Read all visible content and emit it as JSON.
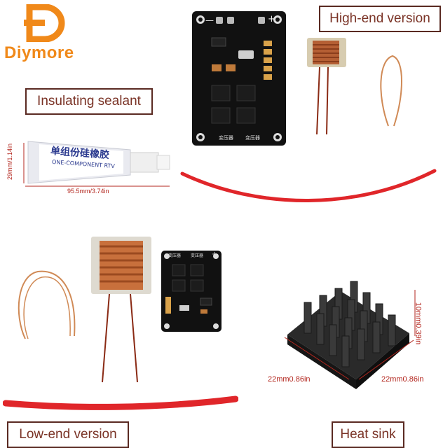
{
  "brand": {
    "name": "Diymore",
    "color": "#f0891a"
  },
  "labels": {
    "high_end": "High-end version",
    "insulating": "Insulating sealant",
    "low_end": "Low-end version",
    "heat_sink": "Heat sink"
  },
  "board_markings": {
    "high_end_bottom": [
      "变压器",
      "变压器"
    ],
    "low_end_top": [
      "变压器",
      "变压器"
    ],
    "polarity_minus": "—",
    "polarity_plus": "+"
  },
  "sealant": {
    "tube_text_main": "单组份硅橡胶",
    "tube_text_sub": "ONE-COMPONENT RTV",
    "height_label": "29mm/1.14in",
    "length_label": "95.5mm/3.74in"
  },
  "heat_sink_dims": {
    "width": "22mm0.86in",
    "depth": "22mm0.86in",
    "height": "10mm0.39in"
  },
  "colors": {
    "label_border": "#5a2a22",
    "label_text": "#7a3326",
    "dimension_text": "#b3261e",
    "red_tube": "#e0262a",
    "board": "#111111",
    "copper": "#c8703c"
  }
}
